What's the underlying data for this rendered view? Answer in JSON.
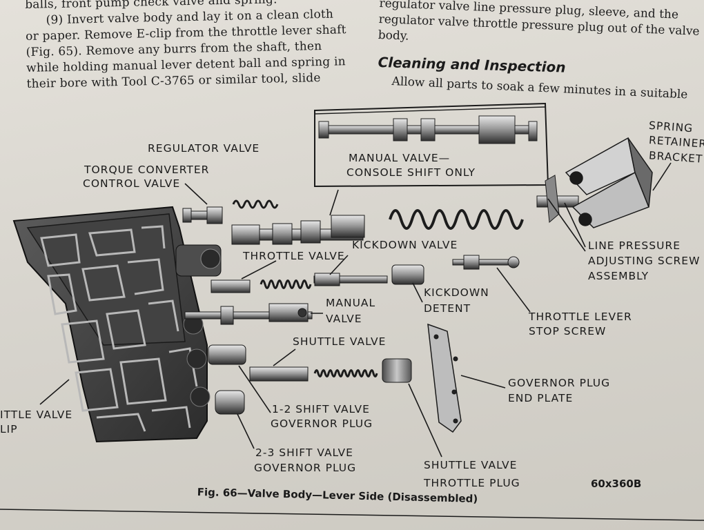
{
  "text": {
    "left_col": [
      "balls, front pump check valve and spring.",
      "(9) Invert valve body and lay it on a clean cloth",
      "or paper. Remove E-clip from the throttle lever shaft",
      "(Fig. 65). Remove any burrs from the shaft, then",
      "while holding manual lever detent ball and spring in",
      "their bore with Tool C-3765 or similar tool, slide"
    ],
    "right_col": [
      "regulator valve line pressure plug, sleeve, and the",
      "regulator valve throttle pressure plug out of the valve",
      "body."
    ],
    "heading": "Cleaning and Inspection",
    "para2": "Allow all parts to soak a few minutes in a suitable"
  },
  "labels": {
    "regulator_valve": "REGULATOR VALVE",
    "torque_converter_1": "TORQUE CONVERTER",
    "torque_converter_2": "CONTROL VALVE",
    "manual_valve_console_1": "MANUAL VALVE—",
    "manual_valve_console_2": "CONSOLE SHIFT ONLY",
    "spring_retainer_1": "SPRING",
    "spring_retainer_2": "RETAINER",
    "spring_retainer_3": "BRACKET",
    "kickdown_valve": "KICKDOWN VALVE",
    "throttle_valve": "THROTTLE VALVE",
    "line_pressure_1": "LINE PRESSURE",
    "line_pressure_2": "ADJUSTING SCREW",
    "line_pressure_3": "ASSEMBLY",
    "manual_valve_1": "MANUAL",
    "manual_valve_2": "VALVE",
    "kickdown_detent_1": "KICKDOWN",
    "kickdown_detent_2": "DETENT",
    "throttle_lever_stop_1": "THROTTLE LEVER",
    "throttle_lever_stop_2": "STOP SCREW",
    "shuttle_valve": "SHUTTLE VALVE",
    "throttle_valve_clip_1": "ITTLE VALVE",
    "throttle_valve_clip_2": "LIP",
    "shift_12_1": "1-2 SHIFT VALVE",
    "shift_12_2": "GOVERNOR PLUG",
    "governor_end_1": "GOVERNOR PLUG",
    "governor_end_2": "END PLATE",
    "shift_23_1": "2-3 SHIFT VALVE",
    "shift_23_2": "GOVERNOR PLUG",
    "shuttle_throttle_1": "SHUTTLE VALVE",
    "shuttle_throttle_2": "THROTTLE PLUG"
  },
  "figure": {
    "caption": "Fig. 66—Valve Body—Lever Side (Disassembled)",
    "code": "60x360B"
  },
  "colors": {
    "ink": "#1a1a1a",
    "paper": "#dedbd4",
    "metal_dark": "#3a3a3a",
    "metal_light": "#b9b9b9"
  }
}
